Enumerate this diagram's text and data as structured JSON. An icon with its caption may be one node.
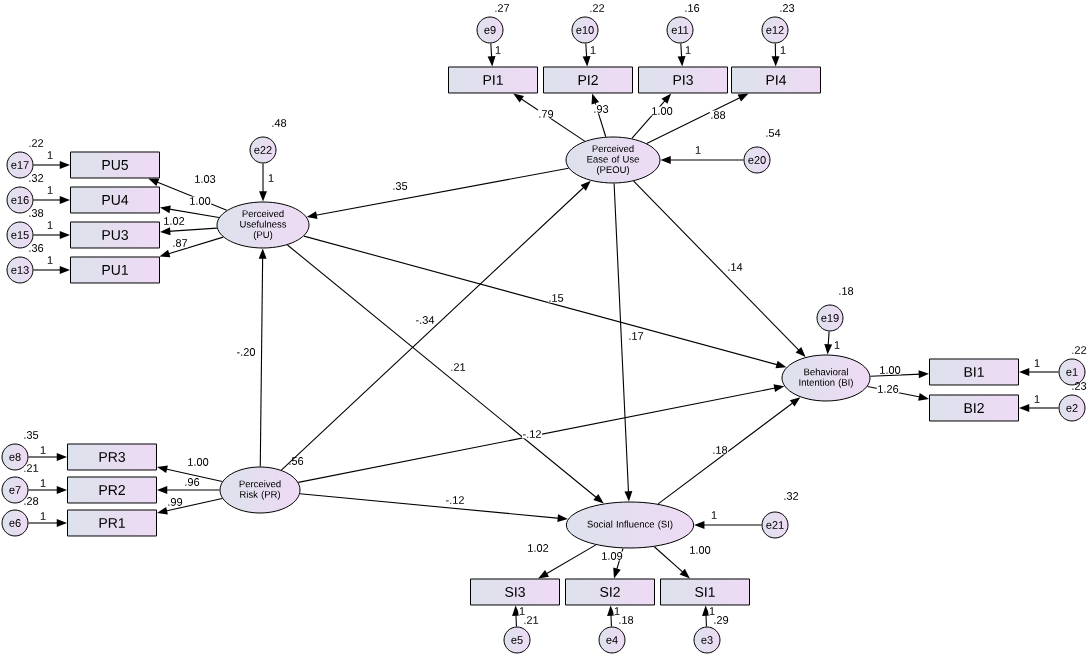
{
  "diagram": {
    "nodes": [
      {
        "text": [
          "e9"
        ],
        "beside": [
          ".27"
        ]
      },
      {
        "text": [
          "e10"
        ],
        "beside": [
          ".22"
        ]
      },
      {
        "text": [
          "e11"
        ],
        "beside": [
          ".16"
        ]
      },
      {
        "text": [
          "e12"
        ],
        "beside": [
          ".23"
        ]
      },
      {
        "text": [
          "PI1"
        ]
      },
      {
        "text": [
          "PI2"
        ]
      },
      {
        "text": [
          "PI3"
        ]
      },
      {
        "text": [
          "PI4"
        ]
      },
      {
        "text": [
          "e22"
        ],
        "beside": [
          ".48"
        ]
      },
      {
        "text": [
          "Perceived Ease of Use (PEOU)"
        ]
      },
      {
        "text": [
          "e20"
        ],
        "beside": [
          ".54"
        ]
      },
      {
        "text": [
          "e17"
        ],
        "beside": [
          ".22"
        ]
      },
      {
        "text": [
          "PU5"
        ]
      },
      {
        "text": [
          "e16"
        ],
        "beside": [
          ".32"
        ]
      },
      {
        "text": [
          "PU4"
        ]
      },
      {
        "text": [
          "e15"
        ],
        "beside": [
          ".38"
        ]
      },
      {
        "text": [
          "PU3"
        ]
      },
      {
        "text": [
          "Perceived Usefulness (PU)"
        ]
      },
      {
        "text": [
          "e13"
        ],
        "beside": [
          ".36"
        ]
      },
      {
        "text": [
          "PU1"
        ]
      },
      {
        "text": [
          "e19"
        ],
        "beside": [
          ".18"
        ]
      },
      {
        "text": [
          "Behavioral Intention (BI)"
        ]
      },
      {
        "text": [
          "e1"
        ],
        "beside": [
          ".22"
        ]
      },
      {
        "text": [
          "BI1"
        ]
      },
      {
        "text": [
          "e2"
        ],
        "beside": [
          ".23"
        ]
      },
      {
        "text": [
          "BI2"
        ]
      },
      {
        "text": [
          "e8"
        ],
        "beside": [
          ".35"
        ]
      },
      {
        "text": [
          "PR3"
        ]
      },
      {
        "text": [
          "e7"
        ],
        "beside": [
          ".21"
        ]
      },
      {
        "text": [
          "PR2"
        ]
      },
      {
        "text": [
          "Perceived Risk (PR)"
        ],
        "beside": [
          ".56"
        ]
      },
      {
        "text": [
          "e6"
        ],
        "beside": [
          ".28"
        ]
      },
      {
        "text": [
          "PR1"
        ]
      },
      {
        "text": [
          "Social Influence (SI)"
        ]
      },
      {
        "text": [
          "e21"
        ],
        "beside": [
          ".32"
        ]
      },
      {
        "text": [
          "SI3"
        ]
      },
      {
        "text": [
          "SI2"
        ]
      },
      {
        "text": [
          "SI1"
        ]
      },
      {
        "text": [
          "e5"
        ],
        "beside": [
          ".21"
        ]
      },
      {
        "text": [
          "e4"
        ],
        "beside": [
          ".18"
        ]
      },
      {
        "text": [
          "e3"
        ],
        "beside": [
          ".29"
        ]
      }
    ],
    "edges": [
      {
        "from": 0,
        "to": 4,
        "arrow": "to",
        "label": "1"
      },
      {
        "from": 1,
        "to": 5,
        "arrow": "to",
        "label": "1"
      },
      {
        "from": 2,
        "to": 6,
        "arrow": "to",
        "label": "1"
      },
      {
        "from": 3,
        "to": 7,
        "arrow": "to",
        "label": "1"
      },
      {
        "from": 9,
        "to": 4,
        "arrow": "to",
        "label": ".79"
      },
      {
        "from": 9,
        "to": 5,
        "arrow": "to",
        "label": ".93"
      },
      {
        "from": 9,
        "to": 6,
        "arrow": "to",
        "label": "1.00"
      },
      {
        "from": 9,
        "to": 7,
        "arrow": "to",
        "label": ".88"
      },
      {
        "from": 10,
        "to": 9,
        "arrow": "to",
        "label": "1"
      },
      {
        "from": 8,
        "to": 17,
        "arrow": "to",
        "label": "1"
      },
      {
        "from": 17,
        "to": 12,
        "arrow": "to",
        "label": "1.03"
      },
      {
        "from": 17,
        "to": 14,
        "arrow": "to",
        "label": "1.00"
      },
      {
        "from": 17,
        "to": 16,
        "arrow": "to",
        "label": "1.02"
      },
      {
        "from": 17,
        "to": 19,
        "arrow": "to",
        "label": ".87"
      },
      {
        "from": 11,
        "to": 12,
        "arrow": "to",
        "label": "1"
      },
      {
        "from": 13,
        "to": 14,
        "arrow": "to",
        "label": "1"
      },
      {
        "from": 15,
        "to": 16,
        "arrow": "to",
        "label": "1"
      },
      {
        "from": 18,
        "to": 19,
        "arrow": "to",
        "label": "1"
      },
      {
        "from": 9,
        "to": 17,
        "arrow": "to",
        "label": ".35"
      },
      {
        "from": 30,
        "to": 17,
        "arrow": "to",
        "label": "-.20"
      },
      {
        "from": 30,
        "to": 9,
        "arrow": "to",
        "label": "-.34"
      },
      {
        "from": 17,
        "to": 33,
        "arrow": "to",
        "label": ".21"
      },
      {
        "from": 17,
        "to": 21,
        "arrow": "to",
        "label": ".15"
      },
      {
        "from": 9,
        "to": 33,
        "arrow": "to",
        "label": ".17"
      },
      {
        "from": 9,
        "to": 21,
        "arrow": "to",
        "label": ".14"
      },
      {
        "from": 30,
        "to": 21,
        "arrow": "to",
        "label": "-.12"
      },
      {
        "from": 30,
        "to": 33,
        "arrow": "to",
        "label": "-.12"
      },
      {
        "from": 33,
        "to": 21,
        "arrow": "to",
        "label": ".18"
      },
      {
        "from": 20,
        "to": 21,
        "arrow": "to",
        "label": "1"
      },
      {
        "from": 21,
        "to": 23,
        "arrow": "to",
        "label": "1.00"
      },
      {
        "from": 21,
        "to": 25,
        "arrow": "to",
        "label": "1.26"
      },
      {
        "from": 22,
        "to": 23,
        "arrow": "to",
        "label": "1"
      },
      {
        "from": 24,
        "to": 25,
        "arrow": "to",
        "label": "1"
      },
      {
        "from": 34,
        "to": 33,
        "arrow": "to",
        "label": "1"
      },
      {
        "from": 33,
        "to": 35,
        "arrow": "to",
        "label": "1.02"
      },
      {
        "from": 33,
        "to": 36,
        "arrow": "to",
        "label": "1.09"
      },
      {
        "from": 33,
        "to": 37,
        "arrow": "to",
        "label": "1.00"
      },
      {
        "from": 38,
        "to": 35,
        "arrow": "to",
        "label": "1"
      },
      {
        "from": 39,
        "to": 36,
        "arrow": "to",
        "label": "1"
      },
      {
        "from": 40,
        "to": 37,
        "arrow": "to",
        "label": "1"
      },
      {
        "from": 30,
        "to": 27,
        "arrow": "to",
        "label": "1.00"
      },
      {
        "from": 30,
        "to": 29,
        "arrow": "to",
        "label": ".96"
      },
      {
        "from": 30,
        "to": 32,
        "arrow": "to",
        "label": ".99"
      },
      {
        "from": 26,
        "to": 27,
        "arrow": "to",
        "label": "1"
      },
      {
        "from": 28,
        "to": 29,
        "arrow": "to",
        "label": "1"
      },
      {
        "from": 31,
        "to": 32,
        "arrow": "to",
        "label": "1"
      }
    ]
  }
}
